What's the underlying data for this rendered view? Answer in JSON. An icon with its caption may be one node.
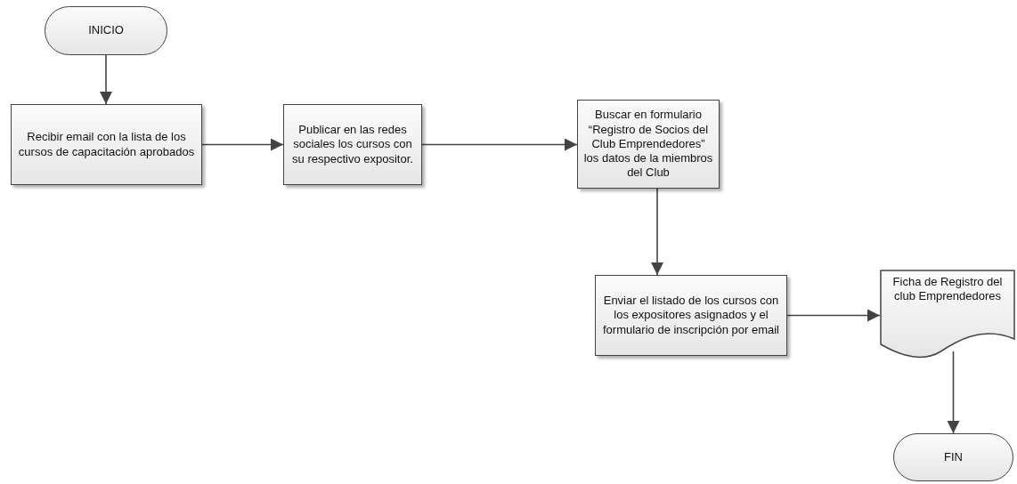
{
  "diagram": {
    "nodes": [
      {
        "text": [
          "INICIO"
        ]
      },
      {
        "text": [
          "Recibir email con la lista de los cursos de capacitación aprobados"
        ]
      },
      {
        "text": [
          "Publicar en las redes sociales los cursos con su respectivo expositor."
        ]
      },
      {
        "text": [
          "Buscar en formulario “Registro de Socios del Club Emprendedores” los datos de la miembros del Club"
        ]
      },
      {
        "text": [
          "Enviar el listado de los cursos con los expositores asignados y el formulario de inscripción por email"
        ]
      },
      {
        "text": [
          "Ficha de Registro del club Emprendedores"
        ]
      },
      {
        "text": [
          "FIN"
        ]
      }
    ],
    "edges": [
      {
        "from": 0,
        "to": 1,
        "arrow": "to"
      },
      {
        "from": 1,
        "to": 2,
        "arrow": "to"
      },
      {
        "from": 2,
        "to": 3,
        "arrow": "to"
      },
      {
        "from": 3,
        "to": 4,
        "arrow": "to"
      },
      {
        "from": 4,
        "to": 5,
        "arrow": "to"
      },
      {
        "from": 5,
        "to": 6,
        "arrow": "to"
      }
    ]
  }
}
